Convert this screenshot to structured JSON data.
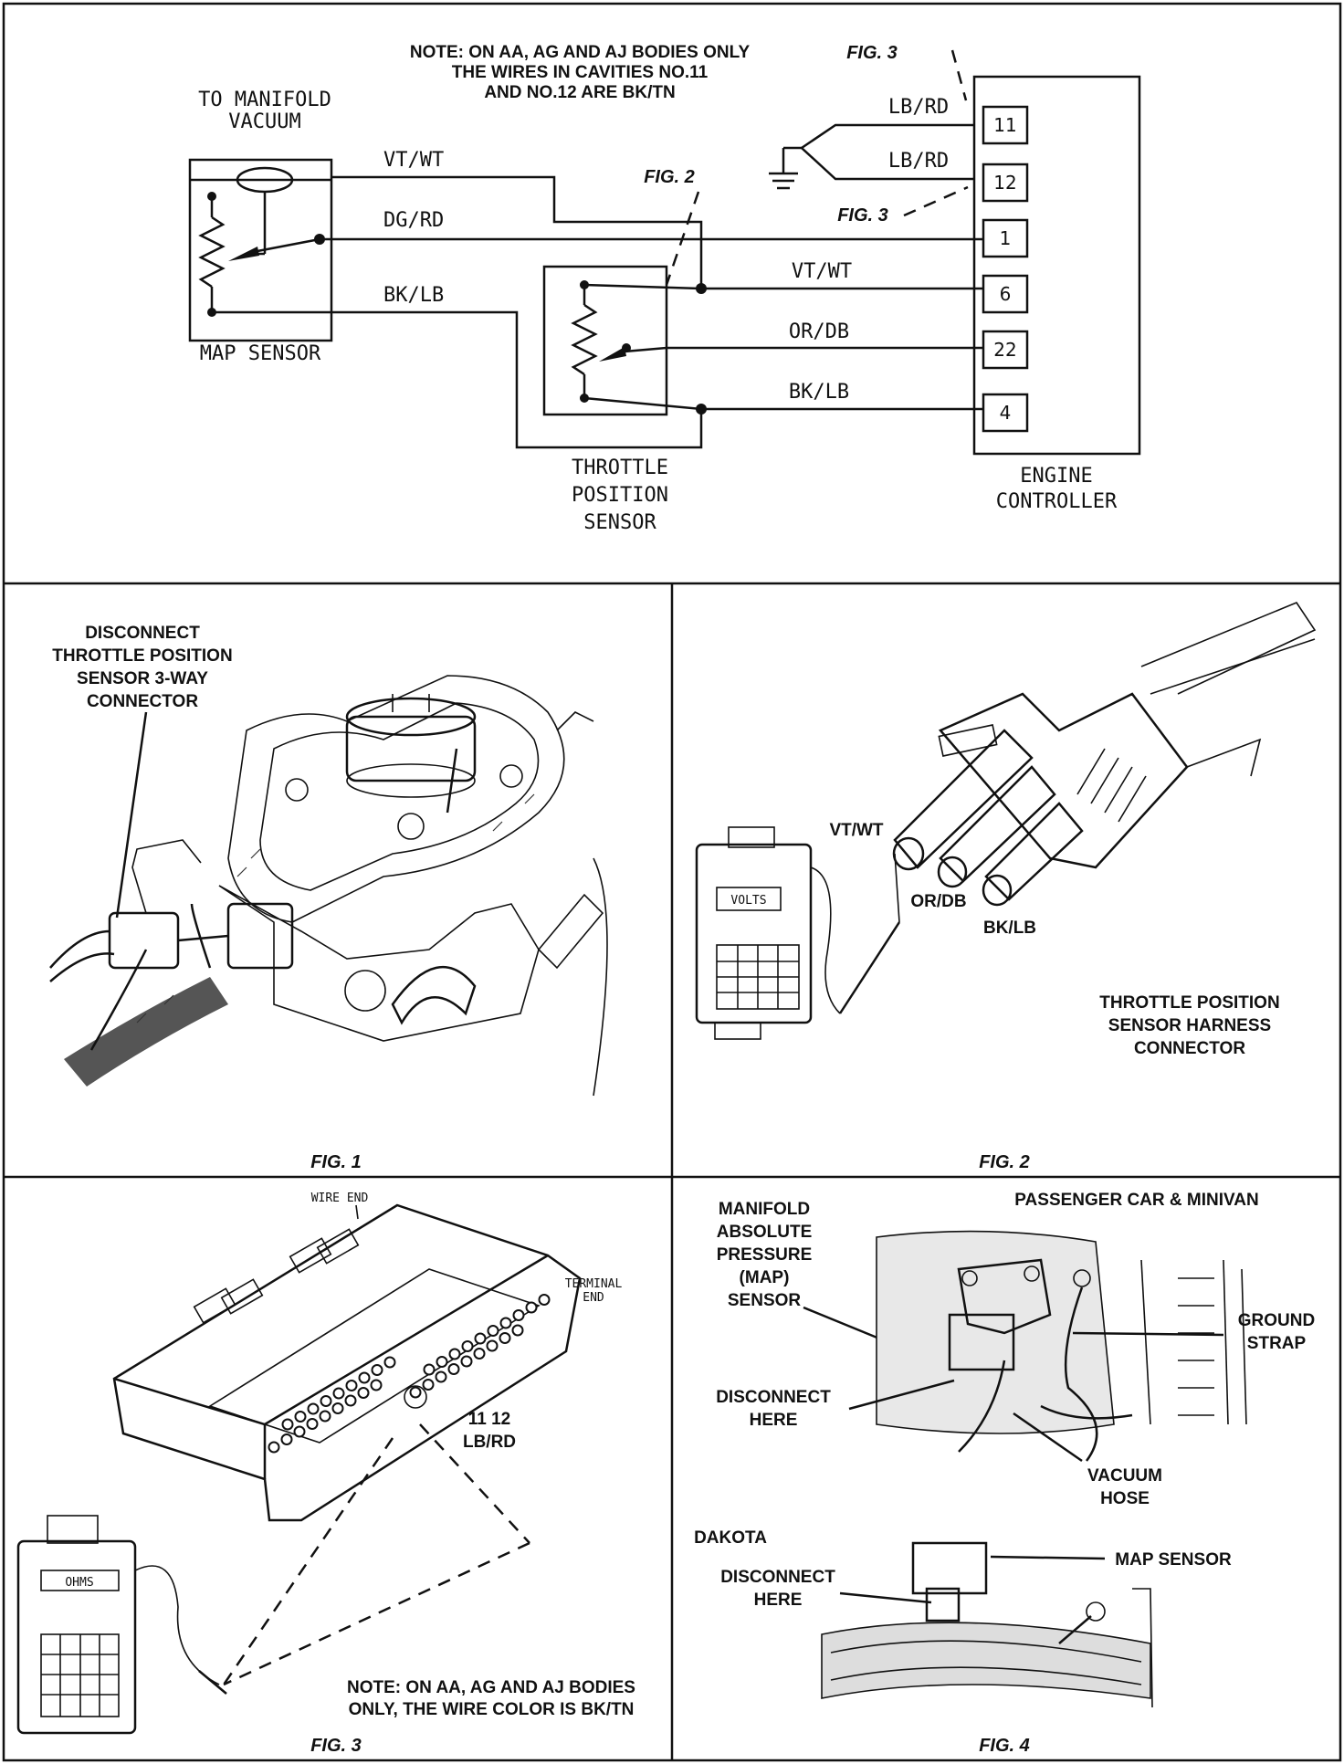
{
  "schematic": {
    "note": [
      "NOTE:  ON AA, AG AND AJ BODIES  ONLY",
      "THE WIRES IN CAVITIES NO.11",
      "AND NO.12 ARE BK/TN"
    ],
    "manifold_label": [
      "TO MANIFOLD",
      "VACUUM"
    ],
    "map_sensor_label": "MAP SENSOR",
    "tps_label": [
      "THROTTLE",
      "POSITION",
      "SENSOR"
    ],
    "controller_label": [
      "ENGINE",
      "CONTROLLER"
    ],
    "fig3_callout": "FIG. 3",
    "fig2_callout": "FIG. 2",
    "wires": {
      "lbrd_11": "LB/RD",
      "lbrd_12": "LB/RD",
      "vtwt_map": "VT/WT",
      "dgrd": "DG/RD",
      "bklb_map": "BK/LB",
      "vtwt_tps": "VT/WT",
      "ordb": "OR/DB",
      "bklb_tps": "BK/LB"
    },
    "pins": [
      "11",
      "12",
      "1",
      "6",
      "22",
      "4"
    ]
  },
  "fig1": {
    "callout": [
      "DISCONNECT",
      "THROTTLE POSITION",
      "SENSOR 3-WAY",
      "CONNECTOR"
    ],
    "caption": "FIG. 1"
  },
  "fig2": {
    "vtwt": "VT/WT",
    "ordb": "OR/DB",
    "bklb": "BK/LB",
    "meter_mode": "VOLTS",
    "connector_label": [
      "THROTTLE POSITION",
      "SENSOR HARNESS",
      "CONNECTOR"
    ],
    "caption": "FIG. 2"
  },
  "fig3": {
    "wire_end": "WIRE END",
    "terminal_end": [
      "TERMINAL",
      "END"
    ],
    "pin_numbers": "11 12",
    "pin_color": "LB/RD",
    "meter_mode": "OHMS",
    "note": [
      "NOTE:  ON AA, AG AND AJ BODIES",
      "ONLY, THE WIRE COLOR IS BK/TN"
    ],
    "caption": "FIG. 3"
  },
  "fig4": {
    "heading": "PASSENGER CAR & MINIVAN",
    "map_label": [
      "MANIFOLD",
      "ABSOLUTE",
      "PRESSURE",
      "(MAP)",
      "SENSOR"
    ],
    "ground_strap": [
      "GROUND",
      "STRAP"
    ],
    "disconnect_1": [
      "DISCONNECT",
      "HERE"
    ],
    "vacuum_hose": [
      "VACUUM",
      "HOSE"
    ],
    "dakota": "DAKOTA",
    "map_sensor": "MAP SENSOR",
    "disconnect_2": [
      "DISCONNECT",
      "HERE"
    ],
    "caption": "FIG. 4"
  }
}
